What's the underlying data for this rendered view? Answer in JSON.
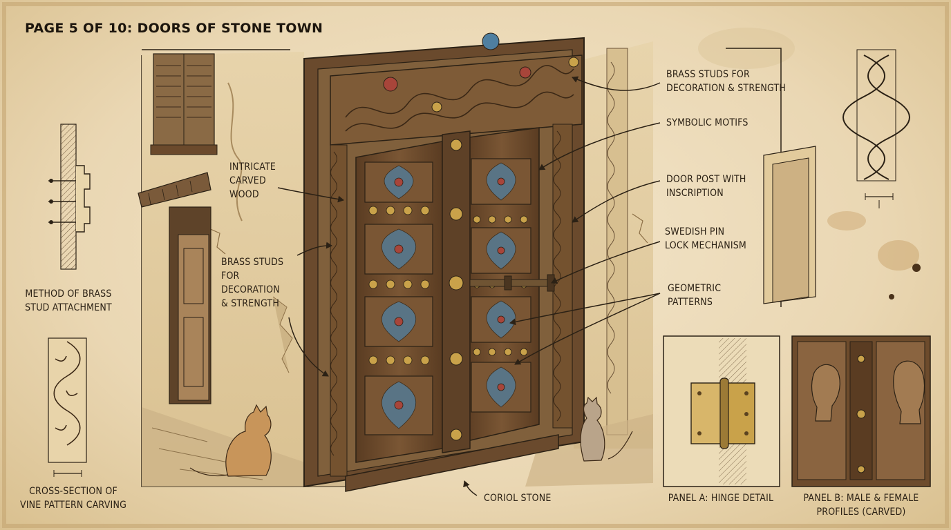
{
  "title": "PAGE 5 OF 10: DOORS OF STONE TOWN",
  "labels": {
    "intricate_carved_wood": "INTRICATE\nCARVED\nWOOD",
    "brass_studs_left": "BRASS STUDS\nFOR\nDECORATION\n& STRENGTH",
    "brass_studs_top": "BRASS STUDS FOR\nDECORATION & STRENGTH",
    "symbolic_motifs": "SYMBOLIC MOTIFS",
    "door_post_inscription": "DOOR POST WITH\nINSCRIPTION",
    "swedish_pin_lock": "SWEDISH PIN\nLOCK MECHANISM",
    "geometric_patterns": "GEOMETRIC\nPATTERNS",
    "coral_stone": "CORIOL STONE",
    "method_brass_stud": "METHOD OF BRASS\nSTUD ATTACHMENT",
    "cross_section_vine": "CROSS-SECTION OF\nVINE PATTERN CARVING",
    "panel_a": "PANEL A: HINGE DETAIL",
    "panel_b": "PANEL B: MALE & FEMALE\nPROFILES (CARVED)"
  },
  "colors": {
    "paper": "#efe0c2",
    "ink": "#2b2115",
    "wood": "#6b4a2c",
    "brass": "#c9a24a",
    "panel_blue": "#4f7fa0",
    "panel_red": "#a8453a",
    "plaster": "#e6d2a8"
  },
  "icons": [
    "brass-stud-icon",
    "cat-icon",
    "hinge-icon",
    "vine-carving-icon"
  ]
}
